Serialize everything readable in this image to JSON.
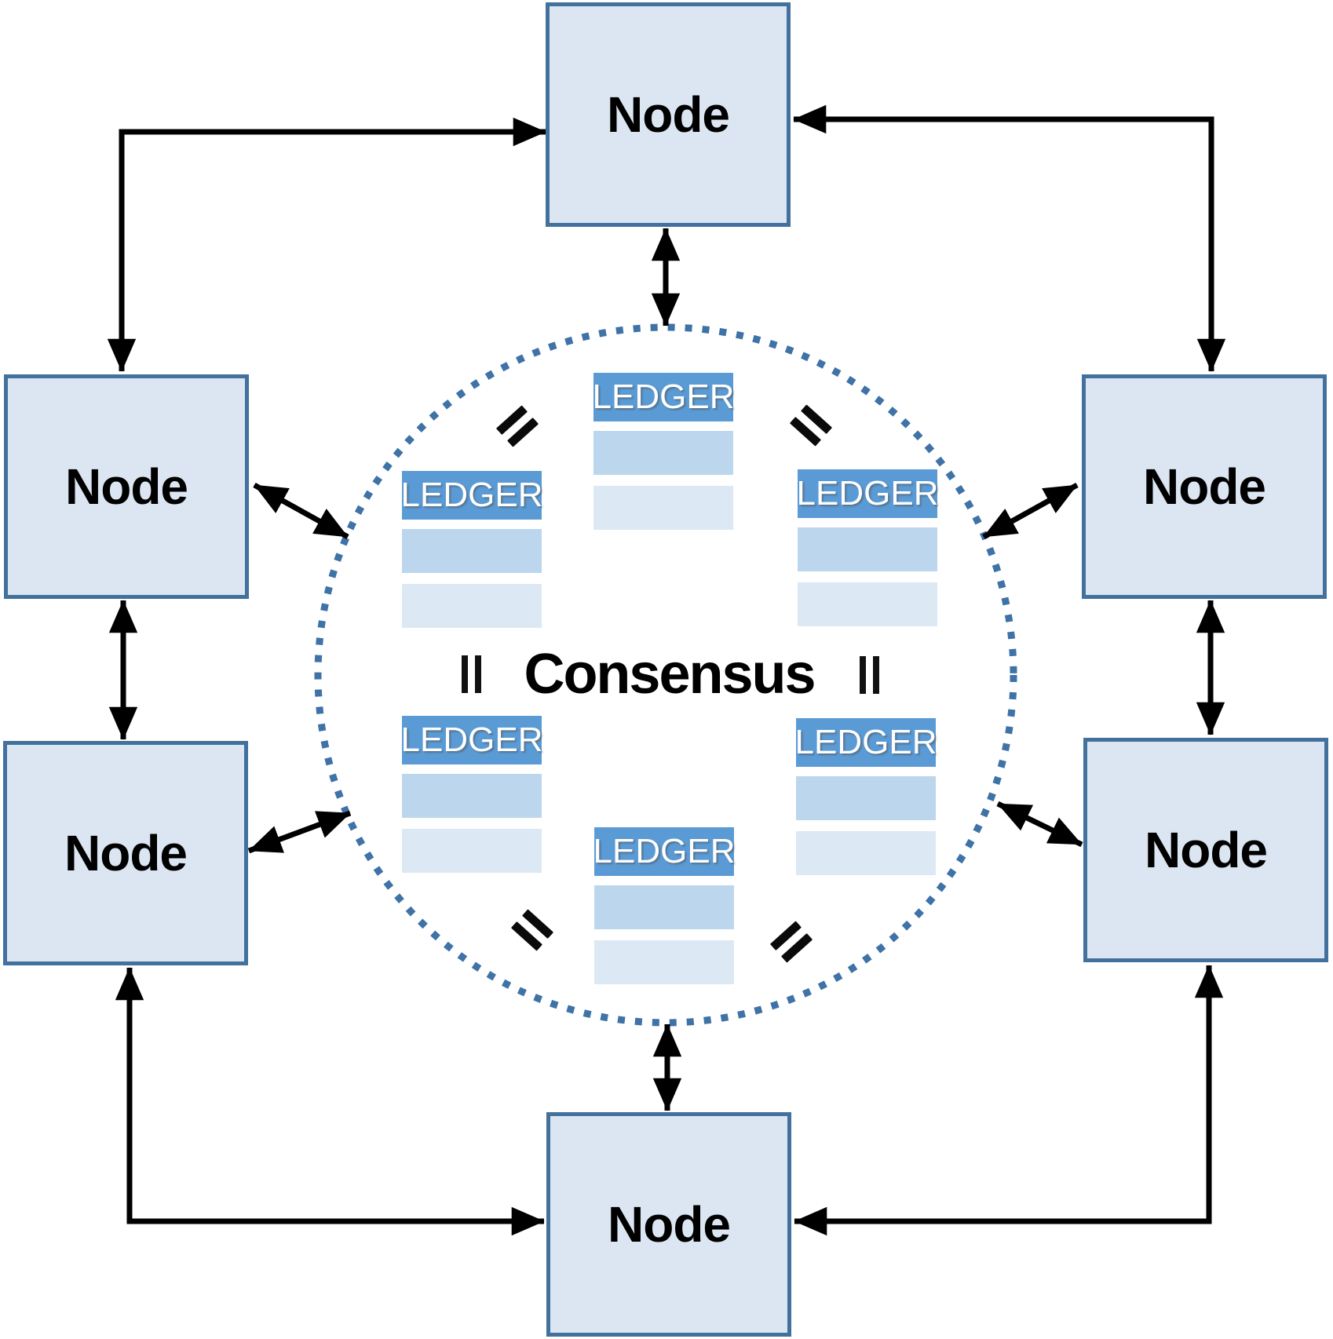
{
  "diagram": {
    "type": "peer-to-peer consensus network",
    "consensus_label": "Consensus"
  },
  "nodes": [
    {
      "id": "node-top",
      "label": "Node"
    },
    {
      "id": "node-left-upper",
      "label": "Node"
    },
    {
      "id": "node-left-lower",
      "label": "Node"
    },
    {
      "id": "node-right-upper",
      "label": "Node"
    },
    {
      "id": "node-right-lower",
      "label": "Node"
    },
    {
      "id": "node-bottom",
      "label": "Node"
    }
  ],
  "ledgers": [
    {
      "id": "ledger-top-center",
      "header": "LEDGER",
      "rows": 2
    },
    {
      "id": "ledger-upper-left",
      "header": "LEDGER",
      "rows": 2
    },
    {
      "id": "ledger-upper-right",
      "header": "LEDGER",
      "rows": 2
    },
    {
      "id": "ledger-lower-left",
      "header": "LEDGER",
      "rows": 2
    },
    {
      "id": "ledger-lower-right",
      "header": "LEDGER",
      "rows": 2
    },
    {
      "id": "ledger-bottom-center",
      "header": "LEDGER",
      "rows": 2
    }
  ],
  "icons": {
    "equals_vertical_count": 2,
    "equals_diagonal_count": 4,
    "equals_icon": "equals-sign",
    "arrow_icon": "double-headed-arrow",
    "circle_icon": "dotted-circle"
  },
  "colors": {
    "node_fill": "#dce6f2",
    "node_border": "#41719c",
    "ledger_header": "#5b9bd5",
    "ledger_row_1": "#bcd6ee",
    "ledger_row_2": "#dde8f5",
    "circle_dots": "#3f72a6",
    "arrow": "#000000"
  }
}
